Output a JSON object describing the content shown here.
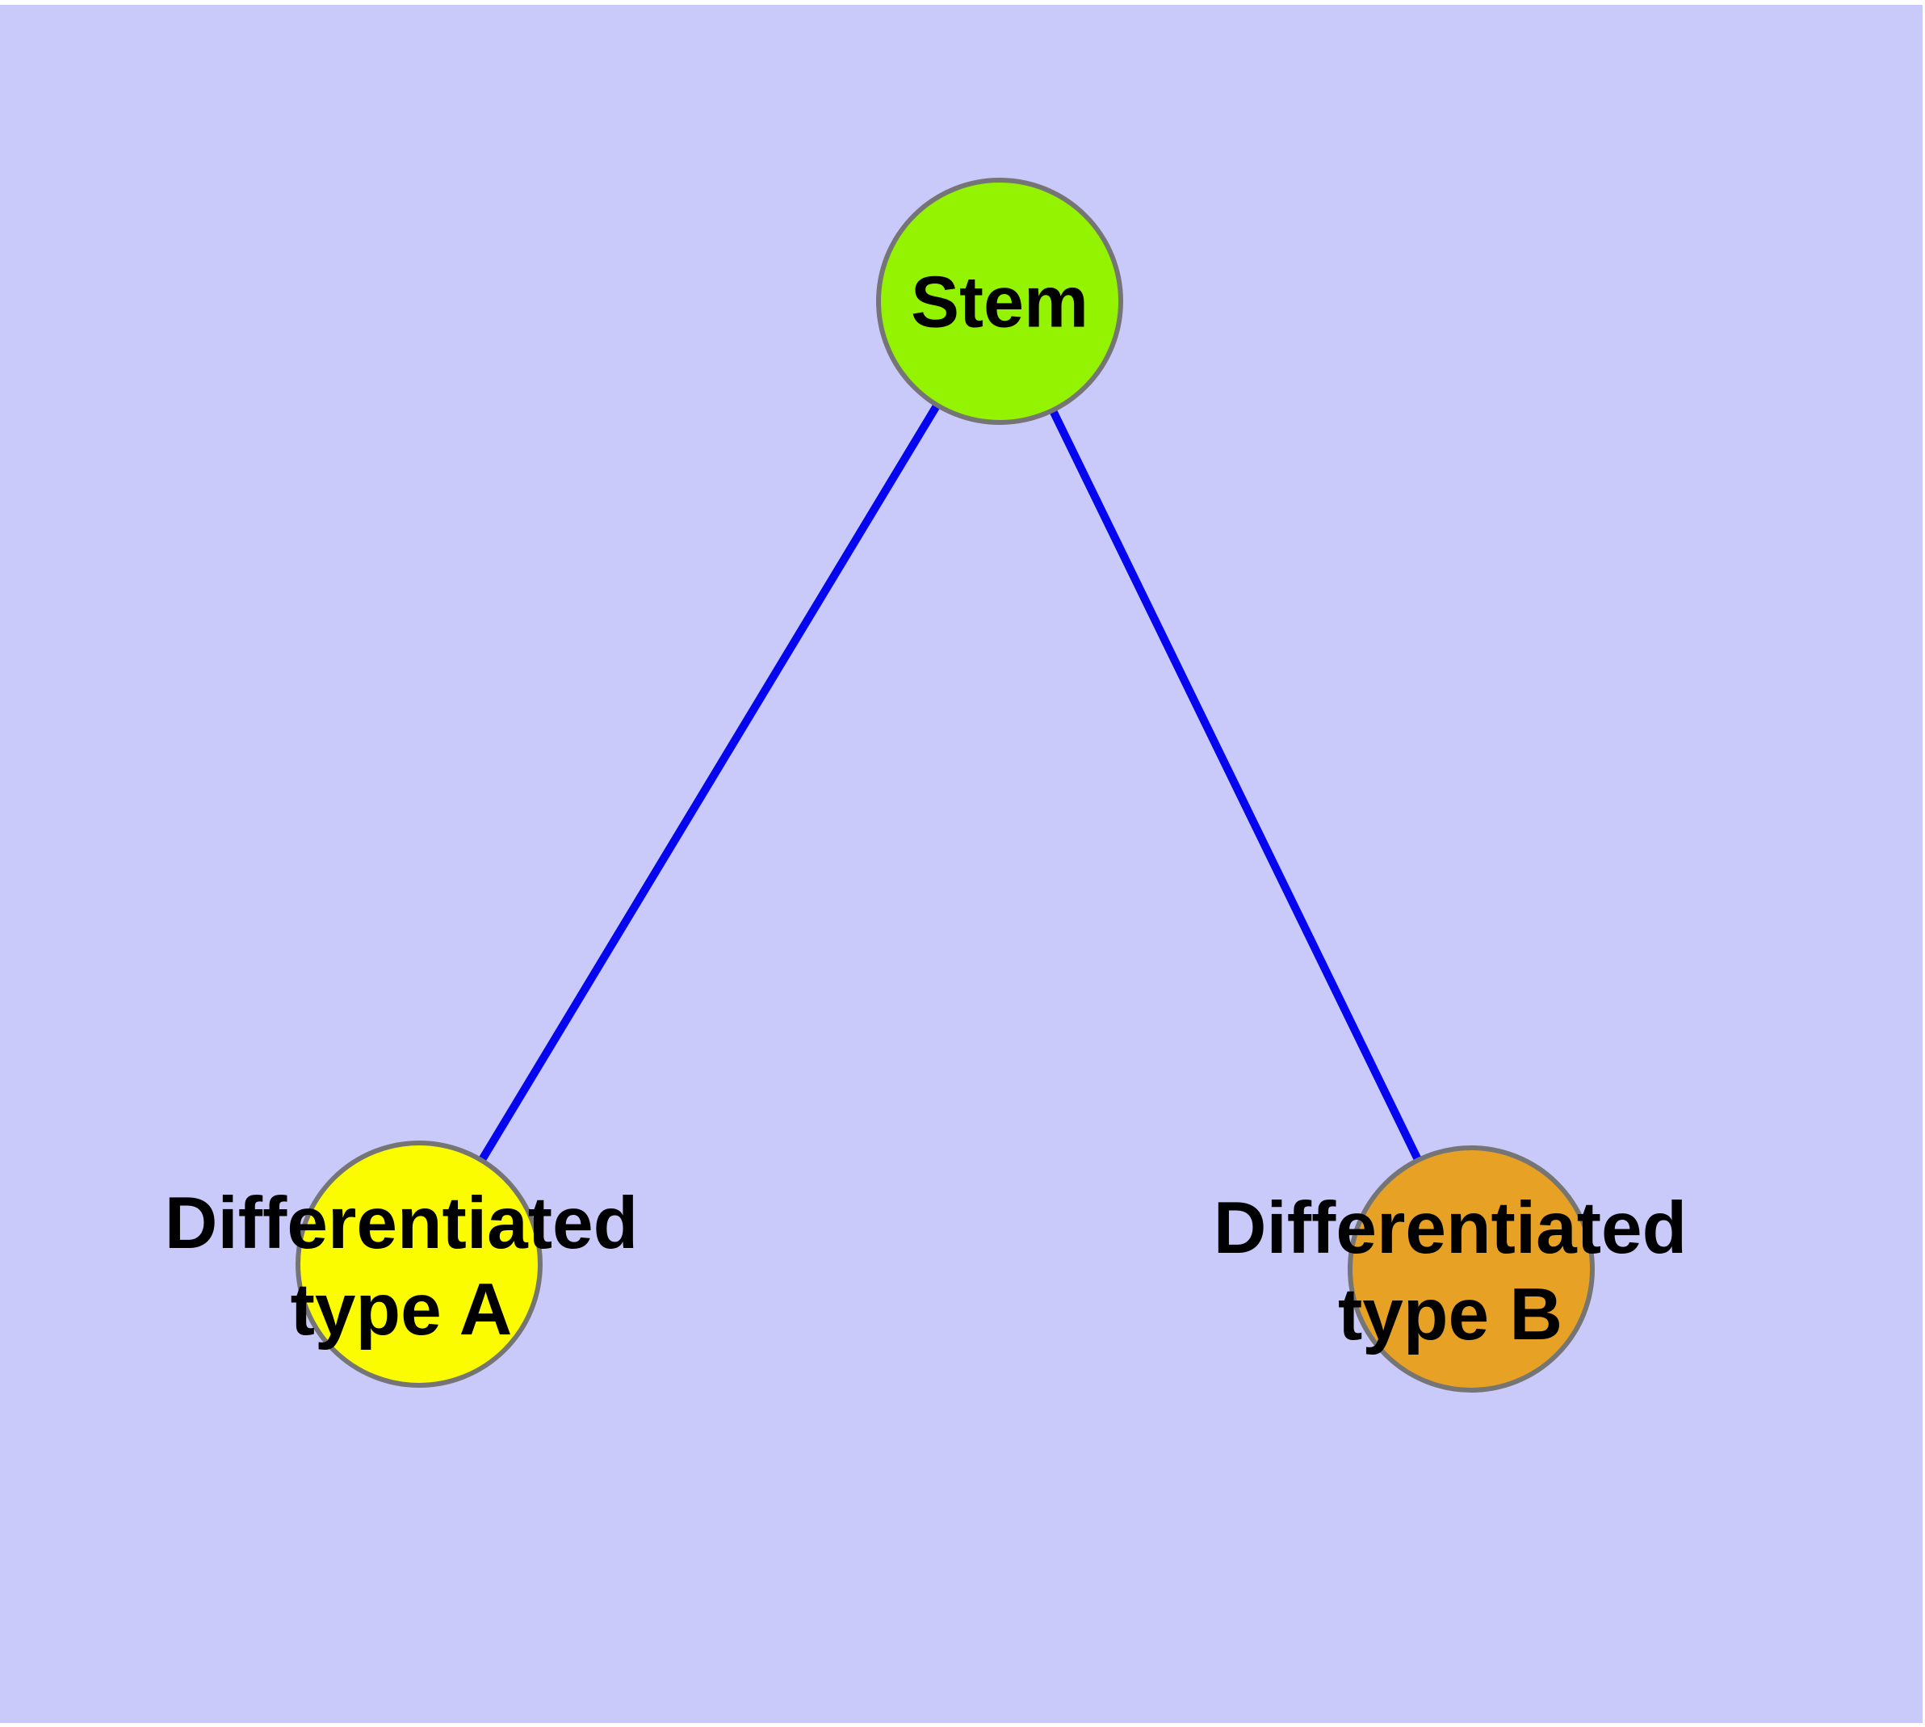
{
  "colors": {
    "background": "#CACAFA",
    "edge": "#0505F0",
    "node_border": "#757575",
    "label_text": "#000000"
  },
  "nodes": [
    {
      "id": "stem",
      "label": "Stem",
      "color": "#93F300"
    },
    {
      "id": "differentiated-type-a",
      "label_line1": "Differentiated",
      "label_line2": "type A",
      "color": "#FCFC00"
    },
    {
      "id": "differentiated-type-b",
      "label_line1": "Differentiated",
      "label_line2": "type B",
      "color": "#E7A124"
    }
  ],
  "edges": [
    {
      "from": "stem",
      "to": "differentiated-type-a"
    },
    {
      "from": "stem",
      "to": "differentiated-type-b"
    }
  ]
}
